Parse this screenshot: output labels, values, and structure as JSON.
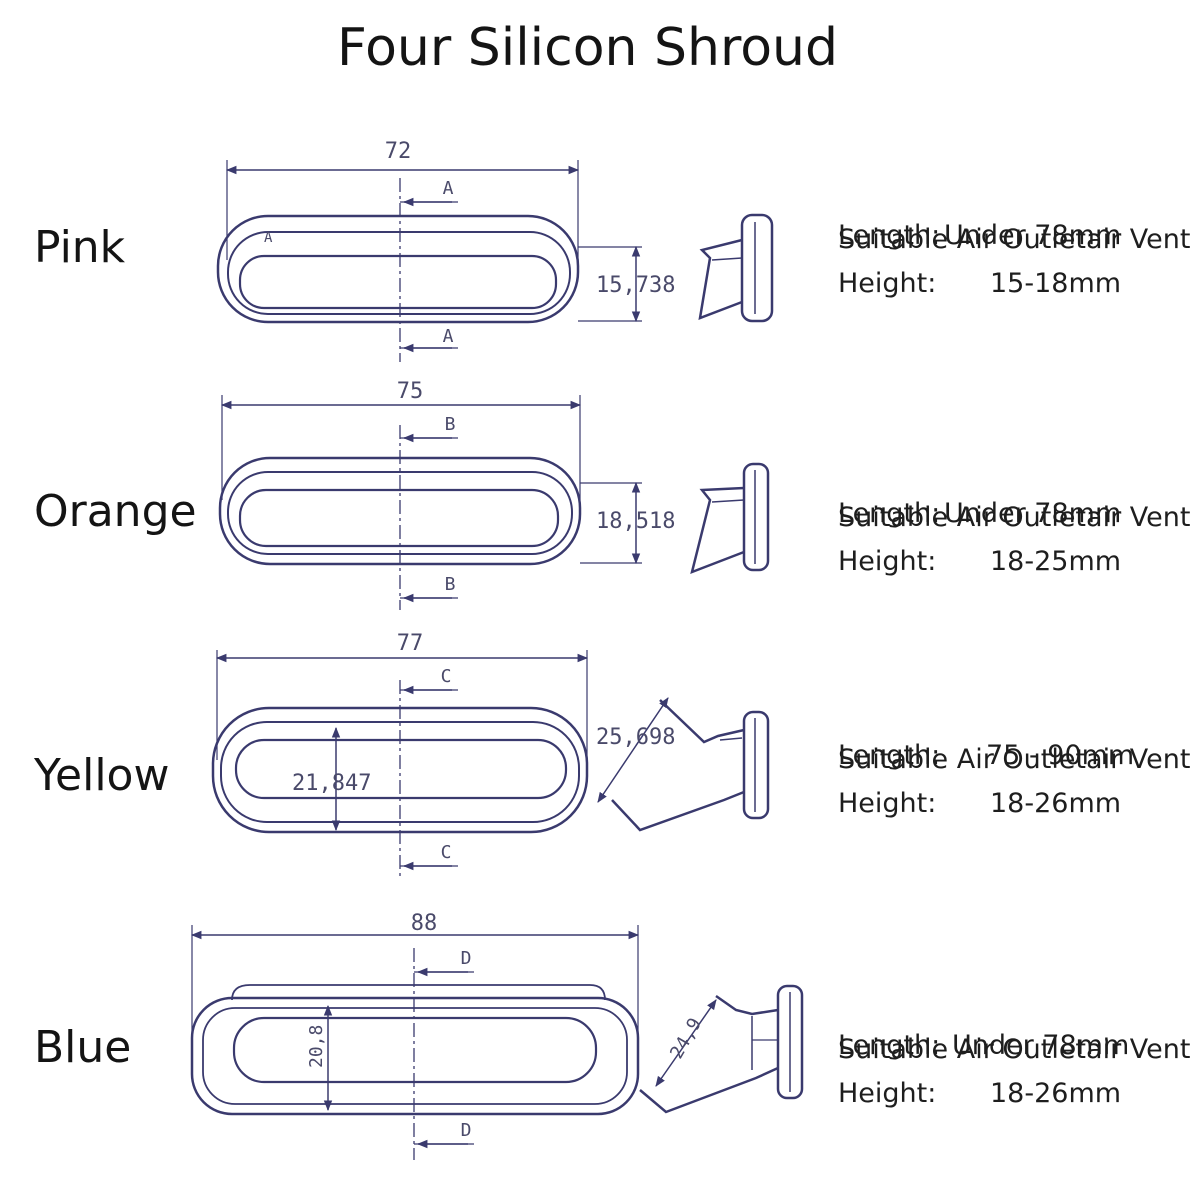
{
  "title": "Four Silicon Shroud",
  "shrouds": [
    {
      "color": "Pink",
      "width_dim": "72",
      "height_dim": "15,738",
      "section": "A",
      "corner_mark": "A",
      "spec_heading": "Suitable Air Outletair Vent",
      "length_label": "Length:",
      "length_value": "Under 78mm",
      "height_label": "Height:",
      "height_value": "15-18mm"
    },
    {
      "color": "Orange",
      "width_dim": "75",
      "height_dim": "18,518",
      "section": "B",
      "spec_heading": "Suitable Air Outletair Vent",
      "length_label": "Length:",
      "length_value": "Under 78mm",
      "height_label": "Height:",
      "height_value": "18-25mm"
    },
    {
      "color": "Yellow",
      "width_dim": "77",
      "height_dim": "21,847",
      "diag_dim": "25,698",
      "section": "C",
      "spec_heading": "Suitable Air Outletair Vent",
      "length_label": "Length:",
      "length_value": "75 - 90mm",
      "height_label": "Height:",
      "height_value": "18-26mm"
    },
    {
      "color": "Blue",
      "width_dim": "88",
      "height_dim": "20,8",
      "diag_dim": "24,9",
      "section": "D",
      "spec_heading": "Suitable Air Outletair Vent",
      "length_label": "Length:",
      "length_value": "Under 78mm",
      "height_label": "Height:",
      "height_value": "18-26mm"
    }
  ],
  "colors": {
    "line": "#3a3a6e",
    "text": "#1e1e1e"
  }
}
